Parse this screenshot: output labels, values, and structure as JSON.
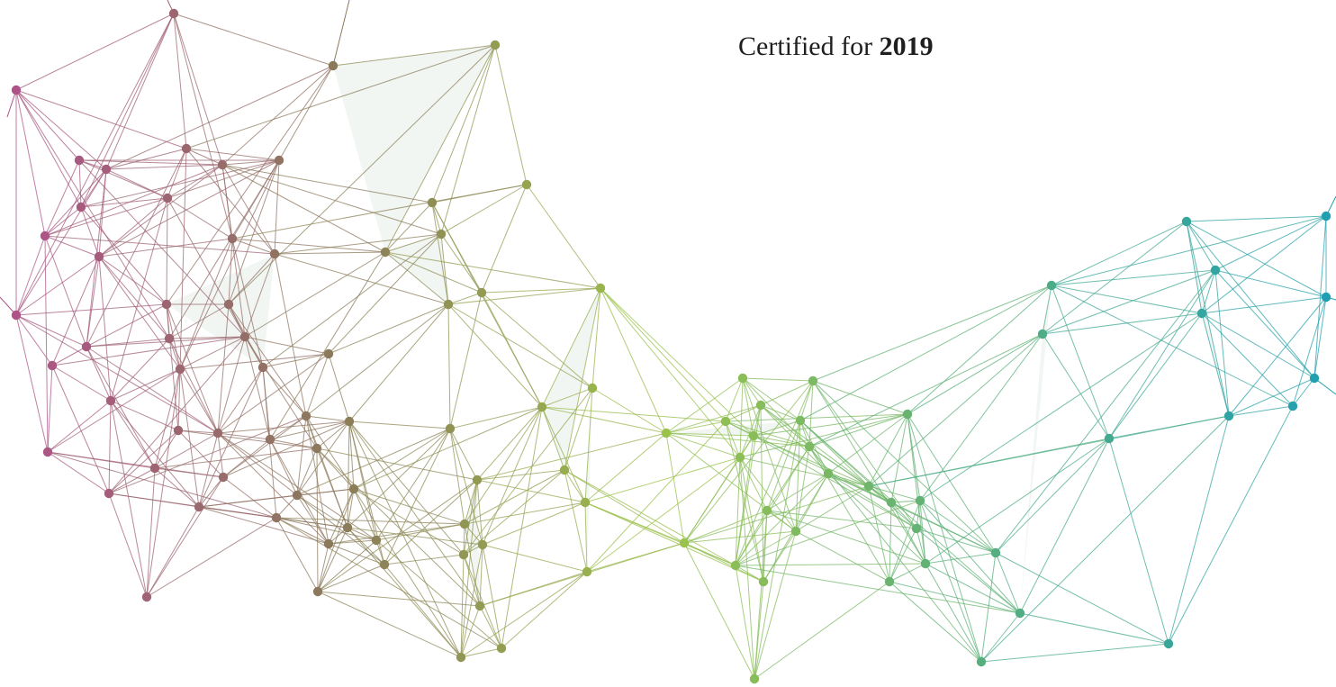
{
  "certificate": {
    "certified_for_text": "Certified for",
    "year": "2019"
  },
  "decoration": {
    "name": "network-graphic",
    "colors": {
      "left": "#b0508a",
      "middle_left": "#8a7a5a",
      "middle": "#9cc24a",
      "middle_right": "#5cb07a",
      "right": "#1f9fb3",
      "shading": "#e6eeea"
    }
  }
}
